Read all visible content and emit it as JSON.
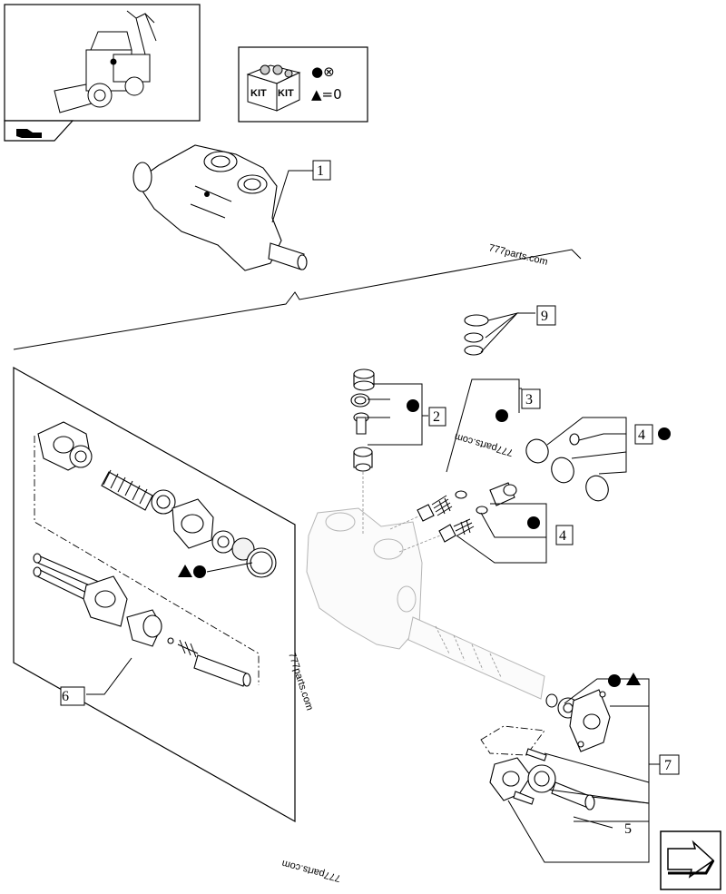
{
  "kit_legend": {
    "kit_label_left": "KIT",
    "kit_label_right": "KIT",
    "symbol_line_1": "●⊗",
    "symbol_line_2": "▲=0"
  },
  "callouts": [
    "1",
    "2",
    "3",
    "4",
    "4",
    "5",
    "6",
    "7",
    "9"
  ],
  "watermarks": [
    "777parts.com",
    "777parts.com",
    "777parts.com",
    "777parts.com"
  ],
  "icons": {
    "thumbnail": "backhoe-loader-icon",
    "thumbnail_tab": "hand-pointer-icon",
    "nav": "arrow-next-page-icon"
  }
}
